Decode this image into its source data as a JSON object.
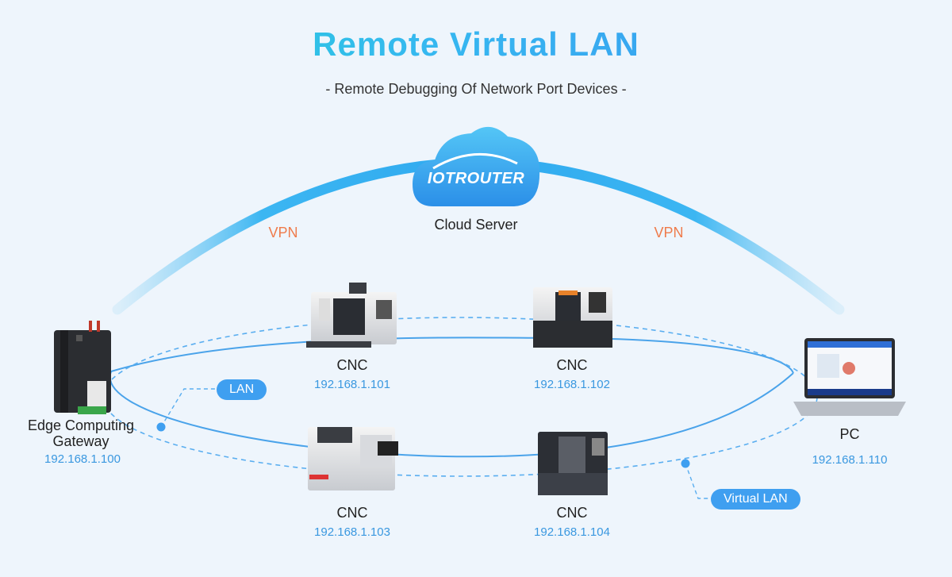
{
  "title": "Remote Virtual LAN",
  "subtitle": "-  Remote Debugging Of Network Port Devices  -",
  "cloud": {
    "brand": "IOTROUTER",
    "label": "Cloud Server"
  },
  "links": {
    "vpn_left": "VPN",
    "vpn_right": "VPN",
    "lan": "LAN",
    "virtual_lan": "Virtual LAN"
  },
  "gateway": {
    "label": "Edge Computing Gateway",
    "ip": "192.168.1.100"
  },
  "devices": [
    {
      "label": "CNC",
      "ip": "192.168.1.101"
    },
    {
      "label": "CNC",
      "ip": "192.168.1.102"
    },
    {
      "label": "CNC",
      "ip": "192.168.1.103"
    },
    {
      "label": "CNC",
      "ip": "192.168.1.104"
    }
  ],
  "pc": {
    "label": "PC",
    "ip": "192.168.1.110"
  },
  "colors": {
    "accent": "#3f9ff0",
    "vpn": "#ef7b4b",
    "ip": "#3a98e0",
    "arc": "#35b4f2"
  }
}
